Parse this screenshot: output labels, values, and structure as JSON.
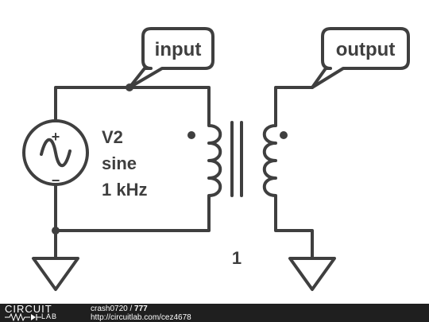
{
  "colors": {
    "wire": "#3f3f3f",
    "background": "#ffffff",
    "footer_bg": "#1f1f1f",
    "footer_text": "#ffffff"
  },
  "schematic": {
    "source": {
      "name": "V2",
      "type": "sine",
      "frequency": "1 kHz",
      "plus_sign": "+",
      "minus_sign": "−",
      "icon": "ac-voltage-source-icon"
    },
    "transformer": {
      "ratio": "1",
      "icon": "transformer-icon"
    },
    "net_labels": {
      "input": "input",
      "output": "output"
    },
    "grounds": [
      "ground-icon",
      "ground-icon"
    ]
  },
  "footer": {
    "logo_top": "CIRCUIT",
    "logo_bottom": "LAB",
    "user": "crash0720",
    "separator": " / ",
    "project": "777",
    "url": "http://circuitlab.com/cez4678"
  }
}
